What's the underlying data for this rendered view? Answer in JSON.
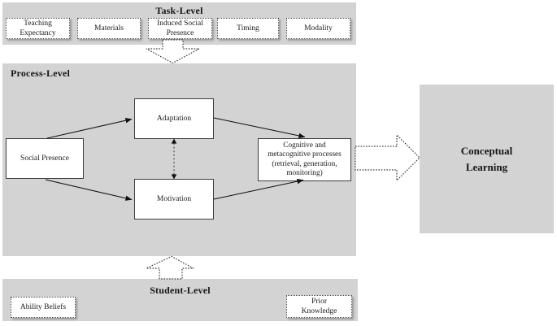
{
  "figure": {
    "type": "conceptual-model-diagram",
    "task_level": {
      "title": "Task-Level",
      "boxes": [
        {
          "label": "Teaching\nExpectancy"
        },
        {
          "label": "Materials"
        },
        {
          "label": "Induced Social\nPresence"
        },
        {
          "label": "Timing"
        },
        {
          "label": "Modality"
        }
      ]
    },
    "process_level": {
      "title": "Process-Level",
      "nodes": {
        "social_presence": {
          "label": "Social Presence"
        },
        "adaptation": {
          "label": "Adaptation"
        },
        "motivation": {
          "label": "Motivation"
        },
        "cognitive_processes": {
          "label": "Cognitive and\nmetacognitive processes\n(retrieval, generation,\nmonitoring)"
        }
      },
      "connections": [
        "social_presence -> adaptation",
        "social_presence -> motivation",
        "adaptation -> cognitive_processes",
        "motivation -> cognitive_processes",
        "adaptation <-> motivation (dashed)"
      ]
    },
    "student_level": {
      "title": "Student-Level",
      "boxes": [
        {
          "label": "Ability Beliefs"
        },
        {
          "label": "Prior\nKnowledge"
        }
      ]
    },
    "outcome": {
      "label": "Conceptual\nLearning"
    },
    "block_arrows": [
      "task-level -> process-level (down)",
      "student-level -> process-level (up)",
      "process-level -> conceptual-learning (right)"
    ],
    "colors": {
      "panel_bg": "#d3d3d3",
      "node_bg": "#ffffff",
      "node_border": "#3d3d3d",
      "dotted_border": "#4a4a4a",
      "arrow": "#111111",
      "text": "#1a1a1a"
    }
  }
}
